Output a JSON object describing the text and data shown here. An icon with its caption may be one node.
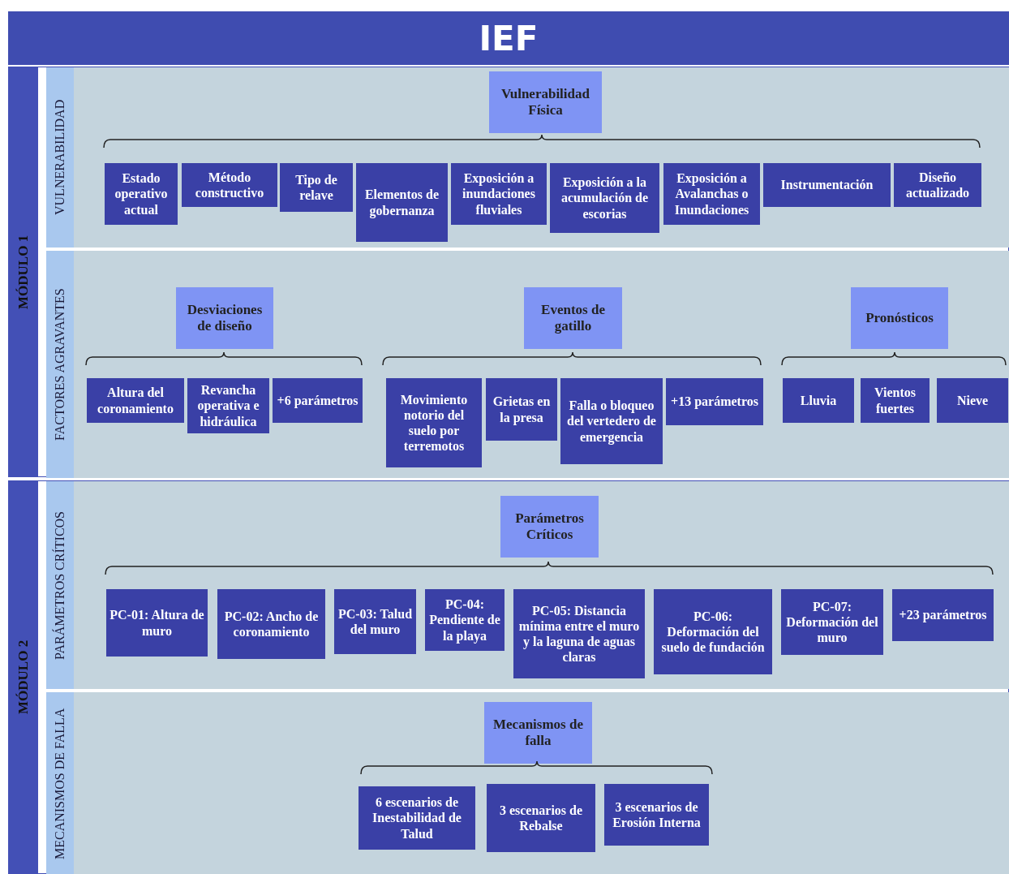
{
  "diagram": {
    "title": "IEF",
    "nodes": [
      {
        "text": [
          "MÓDULO 1"
        ]
      },
      {
        "text": [
          "VULNERABILIDAD"
        ],
        "in": 0
      },
      {
        "text": [
          "Vulnerabilidad Física"
        ],
        "in": 1
      },
      {
        "text": [
          "Estado operativo actual"
        ],
        "in": 1
      },
      {
        "text": [
          "Método constructivo"
        ],
        "in": 1
      },
      {
        "text": [
          "Tipo de relave"
        ],
        "in": 1
      },
      {
        "text": [
          "Elementos de gobernanza"
        ],
        "in": 1
      },
      {
        "text": [
          "Exposición a inundaciones fluviales"
        ],
        "in": 1
      },
      {
        "text": [
          "Exposición a la acumulación de escorias"
        ],
        "in": 1
      },
      {
        "text": [
          "Exposición a Avalanchas o Inundaciones"
        ],
        "in": 1
      },
      {
        "text": [
          "Instrumentación"
        ],
        "in": 1
      },
      {
        "text": [
          "Diseño actualizado"
        ],
        "in": 1
      },
      {
        "text": [
          "FACTORES AGRAVANTES"
        ],
        "in": 0
      },
      {
        "text": [
          "Desviaciones de diseño"
        ],
        "in": 12
      },
      {
        "text": [
          "Altura del coronamiento"
        ],
        "in": 12
      },
      {
        "text": [
          "Revancha operativa e hidráulica"
        ],
        "in": 12
      },
      {
        "text": [
          "+6 parámetros"
        ],
        "in": 12
      },
      {
        "text": [
          "Eventos de gatillo"
        ],
        "in": 12
      },
      {
        "text": [
          "Movimiento notorio del suelo por terremotos"
        ],
        "in": 12
      },
      {
        "text": [
          "Grietas en la presa"
        ],
        "in": 12
      },
      {
        "text": [
          "Falla o bloqueo del vertedero de emergencia"
        ],
        "in": 12
      },
      {
        "text": [
          "+13 parámetros"
        ],
        "in": 12
      },
      {
        "text": [
          "Pronósticos"
        ],
        "in": 12
      },
      {
        "text": [
          "Lluvia"
        ],
        "in": 12
      },
      {
        "text": [
          "Vientos fuertes"
        ],
        "in": 12
      },
      {
        "text": [
          "Nieve"
        ],
        "in": 12
      },
      {
        "text": [
          "MÓDULO 2"
        ]
      },
      {
        "text": [
          "PARÁMETROS CRÍTICOS"
        ],
        "in": 26
      },
      {
        "text": [
          "Parámetros Críticos"
        ],
        "in": 27
      },
      {
        "text": [
          "PC-01: Altura de muro"
        ],
        "in": 27
      },
      {
        "text": [
          "PC-02: Ancho de coronamiento"
        ],
        "in": 27
      },
      {
        "text": [
          "PC-03: Talud del muro"
        ],
        "in": 27
      },
      {
        "text": [
          "PC-04: Pendiente de la playa"
        ],
        "in": 27
      },
      {
        "text": [
          "PC-05: Distancia mínima entre el muro y la laguna de aguas claras"
        ],
        "in": 27
      },
      {
        "text": [
          "PC-06: Deformación del suelo de fundación"
        ],
        "in": 27
      },
      {
        "text": [
          "PC-07: Deformación del muro"
        ],
        "in": 27
      },
      {
        "text": [
          "+23 parámetros"
        ],
        "in": 27
      },
      {
        "text": [
          "MECANISMOS DE FALLA"
        ],
        "in": 26
      },
      {
        "text": [
          "Mecanismos de falla"
        ],
        "in": 37
      },
      {
        "text": [
          "6 escenarios de Inestabilidad de Talud"
        ],
        "in": 37
      },
      {
        "text": [
          "3 escenarios de Rebalse"
        ],
        "in": 37
      },
      {
        "text": [
          "3 escenarios de Erosión Interna"
        ],
        "in": 37
      }
    ]
  }
}
